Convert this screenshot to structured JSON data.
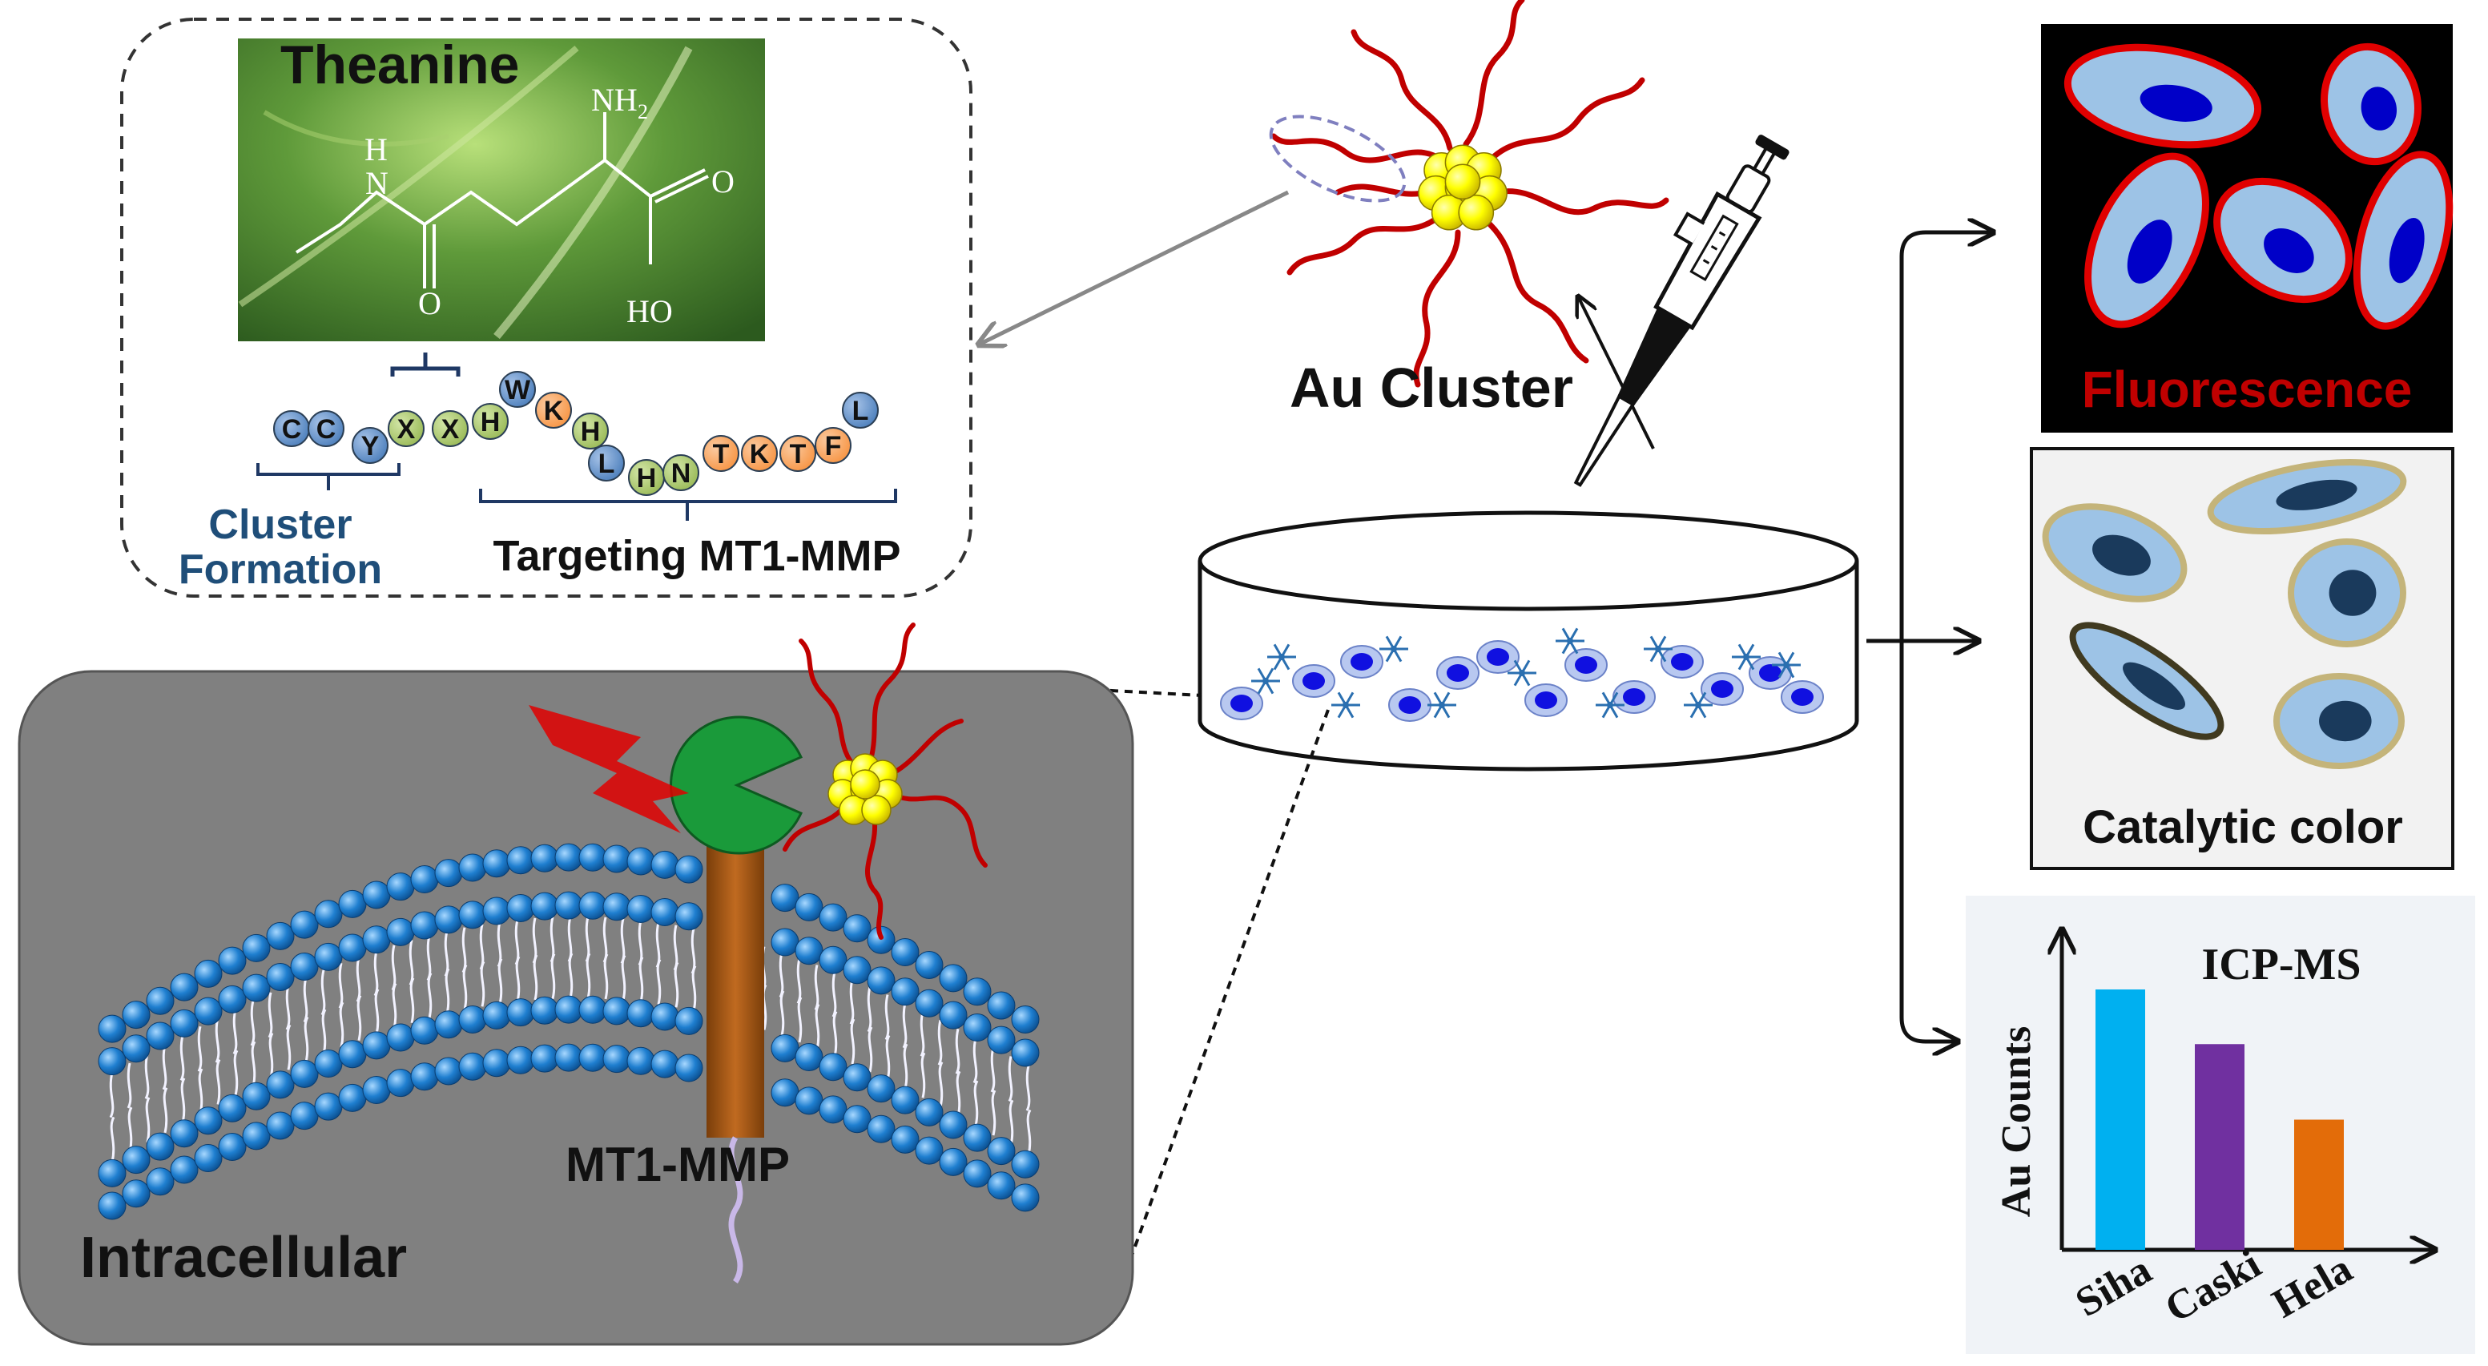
{
  "theanine_panel": {
    "title": "Theanine",
    "chem_labels": {
      "n": "N",
      "h": "H",
      "o_amide": "O",
      "nh2": "NH",
      "nh2_sub": "2",
      "o_acid": "O",
      "ho": "HO"
    },
    "peptide_residues": [
      "C",
      "C",
      "Y",
      "X",
      "X",
      "H",
      "W",
      "K",
      "H",
      "L",
      "H",
      "N",
      "T",
      "K",
      "T",
      "F",
      "L"
    ],
    "cluster_formation_label_line1": "Cluster",
    "cluster_formation_label_line2": "Formation",
    "targeting_label": "Targeting MT1-MMP"
  },
  "au_cluster_label": "Au Cluster",
  "membrane_panel": {
    "receptor_label": "MT1-MMP",
    "compartment_label": "Intracellular"
  },
  "outputs": {
    "fluorescence_label": "Fluorescence",
    "catalytic_label": "Catalytic color"
  },
  "icp_chart": {
    "title": "ICP-MS",
    "ylabel": "Au Counts"
  },
  "chart_data": {
    "type": "bar",
    "title": "ICP-MS",
    "xlabel": "",
    "ylabel": "Au Counts",
    "categories": [
      "Siha",
      "Caski",
      "Hela"
    ],
    "values": [
      1.0,
      0.79,
      0.5
    ],
    "colors": [
      "#00b0f0",
      "#7030a0",
      "#e36c09"
    ],
    "ylim": [
      0,
      1.2
    ]
  },
  "colors": {
    "peptide_blue": "#4f81bd",
    "peptide_green": "#9bbb59",
    "peptide_orange": "#f79646",
    "cluster_yellow": "#ffff00",
    "ligand_red": "#c00000",
    "label_navy": "#1f3864"
  }
}
